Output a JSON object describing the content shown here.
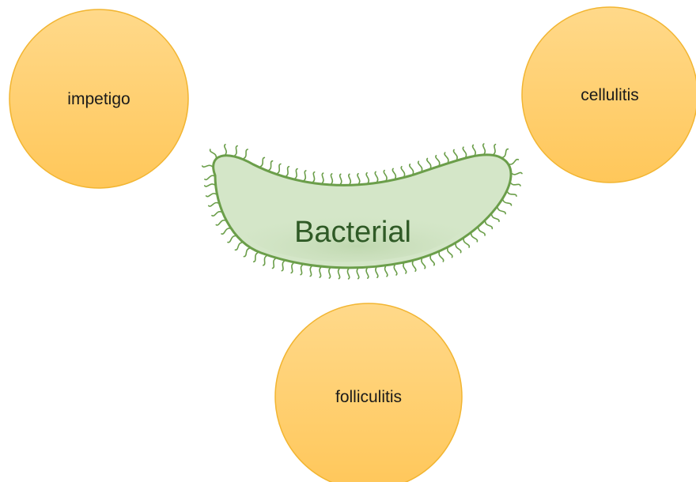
{
  "center": {
    "label": "Bacterial",
    "icon": "bacterium-icon"
  },
  "conditions": [
    {
      "id": "impetigo",
      "label": "impetigo"
    },
    {
      "id": "cellulitis",
      "label": "cellulitis"
    },
    {
      "id": "folliculitis",
      "label": "folliculitis"
    }
  ],
  "colors": {
    "circle_fill_top": "#FFD98A",
    "circle_fill_bottom": "#FFC75A",
    "circle_stroke": "#F2B531",
    "bacterium_fill": "#D4E6C8",
    "bacterium_stroke": "#6B9E4A",
    "bacterium_shade": "#B9D3A7",
    "center_text": "#2F5A26"
  }
}
